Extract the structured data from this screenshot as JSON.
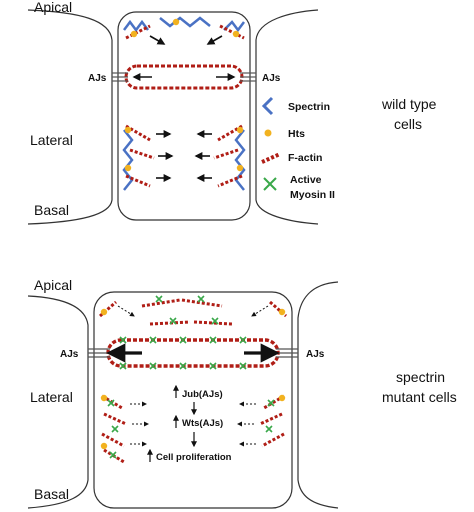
{
  "panel_top": {
    "apical": "Apical",
    "lateral": "Lateral",
    "basal": "Basal",
    "ajs": "AJs",
    "caption_line1": "wild type",
    "caption_line2": "cells"
  },
  "legend": {
    "spectrin": "Spectrin",
    "hts": "Hts",
    "factin": "F-actin",
    "myosin_line1": "Active",
    "myosin_line2": "Myosin II"
  },
  "panel_bottom": {
    "apical": "Apical",
    "lateral": "Lateral",
    "basal": "Basal",
    "ajs": "AJs",
    "caption_line1": "spectrin",
    "caption_line2": "mutant cells",
    "jub": "Jub(AJs)",
    "wts": "Wts(AJs)",
    "proliferation": "Cell proliferation"
  },
  "colors": {
    "spectrin": "#4a72c4",
    "hts": "#f2b21f",
    "factin": "#b01e16",
    "myosin": "#3aa84a",
    "outline": "#333333"
  }
}
